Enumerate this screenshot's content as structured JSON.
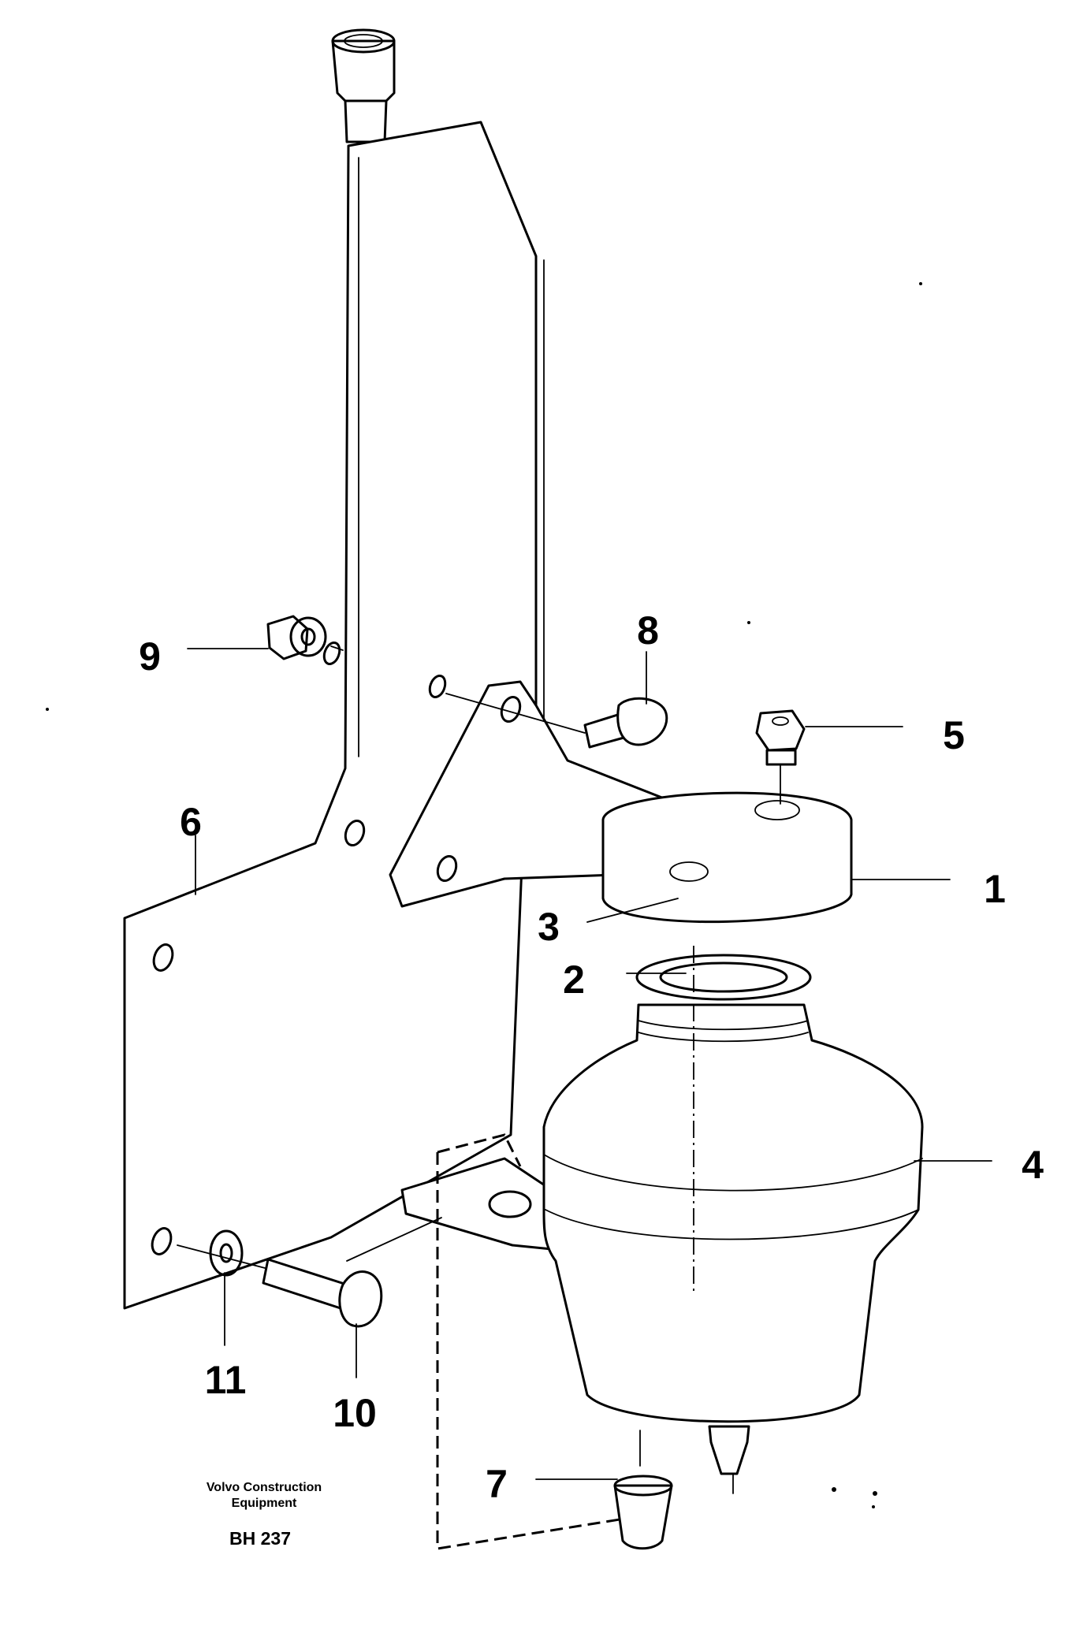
{
  "callouts": {
    "c1": "1",
    "c2": "2",
    "c3": "3",
    "c4": "4",
    "c5": "5",
    "c6": "6",
    "c7": "7",
    "c8": "8",
    "c9": "9",
    "c10": "10",
    "c11": "11"
  },
  "footer": {
    "company_line1": "Volvo Construction",
    "company_line2": "Equipment",
    "drawing_code": "BH 237"
  }
}
